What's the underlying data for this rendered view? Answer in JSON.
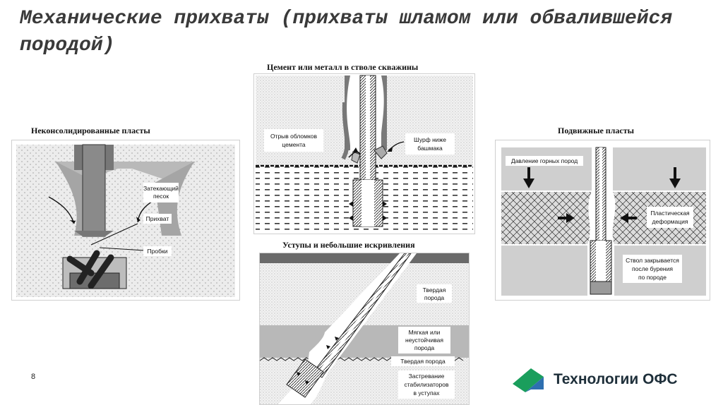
{
  "title": "Механические прихваты (прихваты шламом или обвалившейся породой)",
  "captions": {
    "cement": "Цемент или металл в стволе скважины",
    "unconsolidated": "Неконсолидированные пласты",
    "mobile": "Подвижные пласты",
    "ledges": "Уступы и небольшие искривления"
  },
  "labels_unconsolidated": {
    "sand_l1": "Затекающий",
    "sand_l2": "песок",
    "stuck": "Прихват",
    "plugs": "Пробки"
  },
  "labels_cement": {
    "chunks_l1": "Отрыв обломков",
    "chunks_l2": "цемента",
    "rathole_l1": "Шурф ниже",
    "rathole_l2": "башмака"
  },
  "labels_mobile": {
    "pressure": "Давление горных пород",
    "plastic_l1": "Пластическая",
    "plastic_l2": "деформация",
    "closing_l1": "Ствол закрывается",
    "closing_l2": "после бурения",
    "closing_l3": "по породе"
  },
  "labels_ledges": {
    "hard_l1": "Твердая",
    "hard_l2": "порода",
    "soft_l1": "Мягкая или",
    "soft_l2": "неустойчивая",
    "soft_l3": "порода",
    "hard2": "Твердая порода",
    "stab_l1": "Застревание",
    "stab_l2": "стабилизаторов",
    "stab_l3": "в уступах"
  },
  "page_number": "8",
  "logo": {
    "text": "Технологии ОФС",
    "colors": [
      "#1a9e5c",
      "#2e6fb0"
    ]
  }
}
